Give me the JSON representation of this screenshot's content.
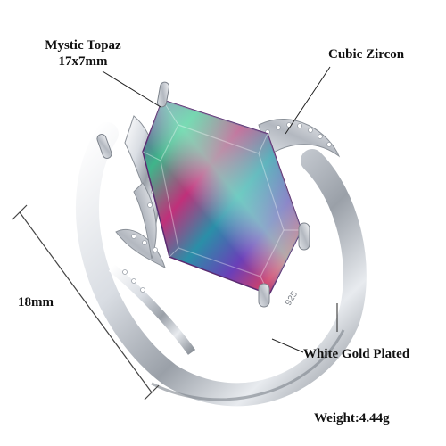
{
  "annotations": {
    "gem_name": "Mystic Topaz",
    "gem_size": "17x7mm",
    "side_stones": "Cubic Zircon",
    "ring_size": "18mm",
    "plating": "White Gold Plated",
    "weight": "Weight:4.44g"
  },
  "stamp": "925",
  "colors": {
    "metal_light": "#f2f4f7",
    "metal_mid": "#c9ced6",
    "metal_dark": "#7d838c",
    "gem_purple": "#7b2fa0",
    "gem_green": "#3fb58a",
    "gem_magenta": "#c0307a",
    "gem_teal": "#2a8fa8",
    "text": "#111111"
  }
}
